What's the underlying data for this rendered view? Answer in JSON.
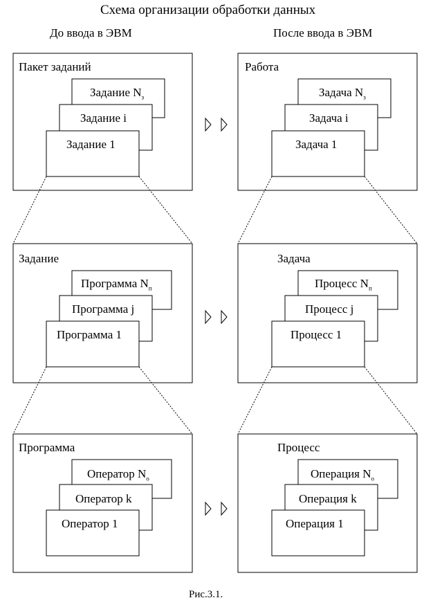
{
  "title": "Схема организации обработки данных",
  "headings": {
    "left": "До ввода в ЭВМ",
    "right": "После ввода в ЭВМ"
  },
  "rows": [
    {
      "left": {
        "label": "Пакет заданий",
        "cards": {
          "back": "Задание N",
          "back_sub": "з",
          "middle": "Задание i",
          "front": "Задание 1"
        }
      },
      "right": {
        "label": "Работа",
        "cards": {
          "back": "Задача N",
          "back_sub": "з",
          "middle": "Задача i",
          "front": "Задача 1"
        }
      }
    },
    {
      "left": {
        "label": "Задание",
        "cards": {
          "back": "Программа N",
          "back_sub": "п",
          "middle": "Программа j",
          "front": "Программа 1"
        }
      },
      "right": {
        "label": "Задача",
        "cards": {
          "back": "Процесс N",
          "back_sub": "п",
          "middle": "Процесс j",
          "front": "Процесс 1"
        }
      }
    },
    {
      "left": {
        "label": "Программа",
        "cards": {
          "back": "Оператор N",
          "back_sub": "о",
          "middle": "Оператор k",
          "front": "Оператор 1"
        }
      },
      "right": {
        "label": "Процесс",
        "cards": {
          "back": "Операция N",
          "back_sub": "о",
          "middle": "Операция k",
          "front": "Операция 1"
        }
      }
    }
  ],
  "caption": "Рис.3.1."
}
